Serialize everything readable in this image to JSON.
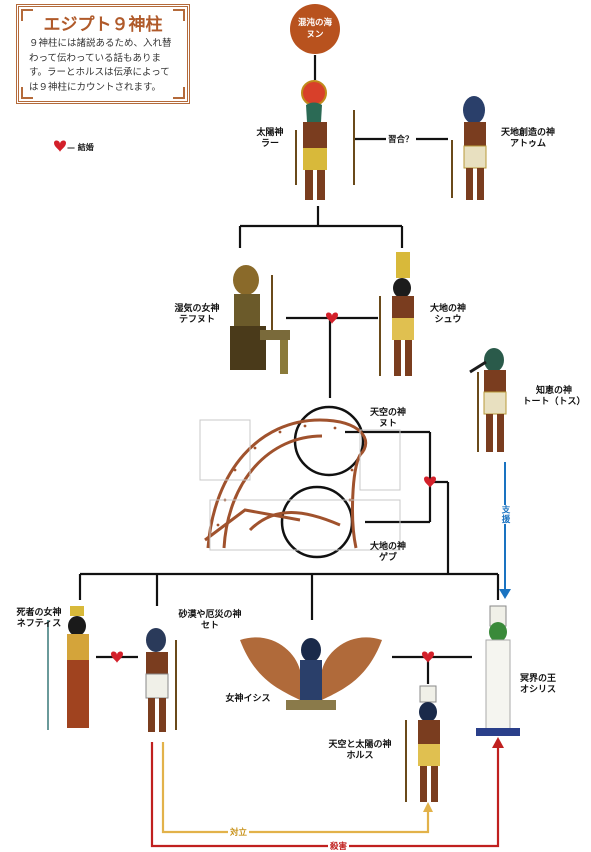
{
  "title": {
    "heading": "エジプト９神柱",
    "description": "９神柱には諸説あるため、入れ替わって伝わっている話もあります。ラーとホルスは伝承によっては９神柱にカウントされます。"
  },
  "legend": {
    "marriage_label": "— 結婚"
  },
  "nun": {
    "line1": "混沌の海",
    "line2": "ヌン"
  },
  "ra": {
    "line1": "太陽神",
    "line2": "ラー"
  },
  "atum": {
    "line1": "天地創造の神",
    "line2": "アトゥム"
  },
  "syncretism_label": "習合？",
  "tefnut": {
    "line1": "湿気の女神",
    "line2": "テフヌト"
  },
  "shu": {
    "line1": "大地の神",
    "line2": "シュウ"
  },
  "thoth": {
    "line1": "知恵の神",
    "line2": "トート（トス）"
  },
  "nut": {
    "line1": "天空の神",
    "line2": "ヌト"
  },
  "geb": {
    "line1": "大地の神",
    "line2": "ゲブ"
  },
  "support_label": "支援",
  "nephthys": {
    "line1": "死者の女神",
    "line2": "ネフティス"
  },
  "set": {
    "line1": "砂漠や厄災の神",
    "line2": "セト"
  },
  "isis": {
    "line1": "女神イシス"
  },
  "osiris": {
    "line1": "冥界の王",
    "line2": "オシリス"
  },
  "horus": {
    "line1": "天空と太陽の神",
    "line2": "ホルス"
  },
  "conflict_label": "対立",
  "murder_label": "殺害",
  "colors": {
    "accent": "#b8521e",
    "heart": "#d3202a",
    "support": "#1a73c1",
    "conflict": "#e2b24a",
    "murder": "#c0201f"
  }
}
